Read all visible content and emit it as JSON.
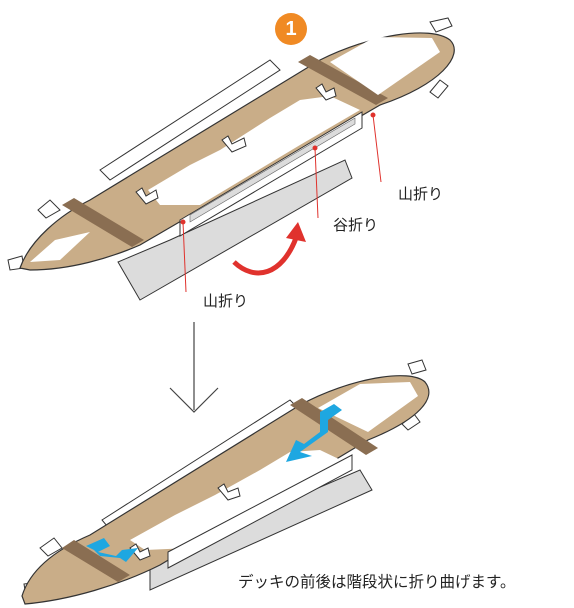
{
  "step_number": "1",
  "labels": {
    "mountain_fold_right": "山折り",
    "valley_fold": "谷折り",
    "mountain_fold_left": "山折り"
  },
  "caption": "デッキの前後は階段状に折り曲げます。",
  "colors": {
    "deck": "#c9ad88",
    "band": "#8a6e52",
    "panel": "#ffffff",
    "outline": "#333333",
    "side": "#dcdcdc",
    "fold_arrow": "#e0322d",
    "step_arrow": "#1ea7e1",
    "badge": "#f08a24",
    "fold_line": "#e0322d"
  },
  "icons": [
    "curved-arrow-icon",
    "down-arrow-icon",
    "step-arrow-icon"
  ]
}
